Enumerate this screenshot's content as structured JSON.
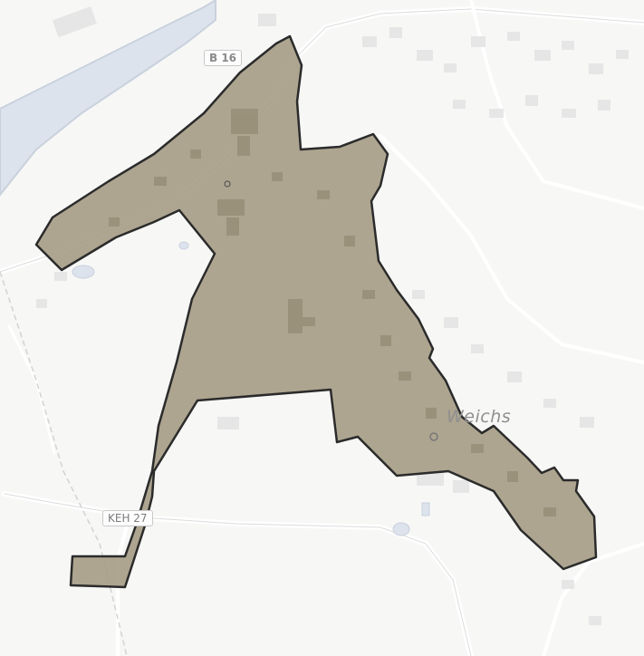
{
  "map": {
    "place_label": "Weichs",
    "road_labels": {
      "b16": "B 16",
      "keh": "KEH 27"
    },
    "colors": {
      "background": "#f7f7f6",
      "river": "#dde3ec",
      "river_edge": "#c9d1dd",
      "area_fill": "#a39a82",
      "area_outline": "#2b2b2b",
      "building": "#e6e6e6",
      "road": "#ffffff"
    },
    "highlighted_area": {
      "name": "",
      "outline_style": "solid"
    }
  }
}
